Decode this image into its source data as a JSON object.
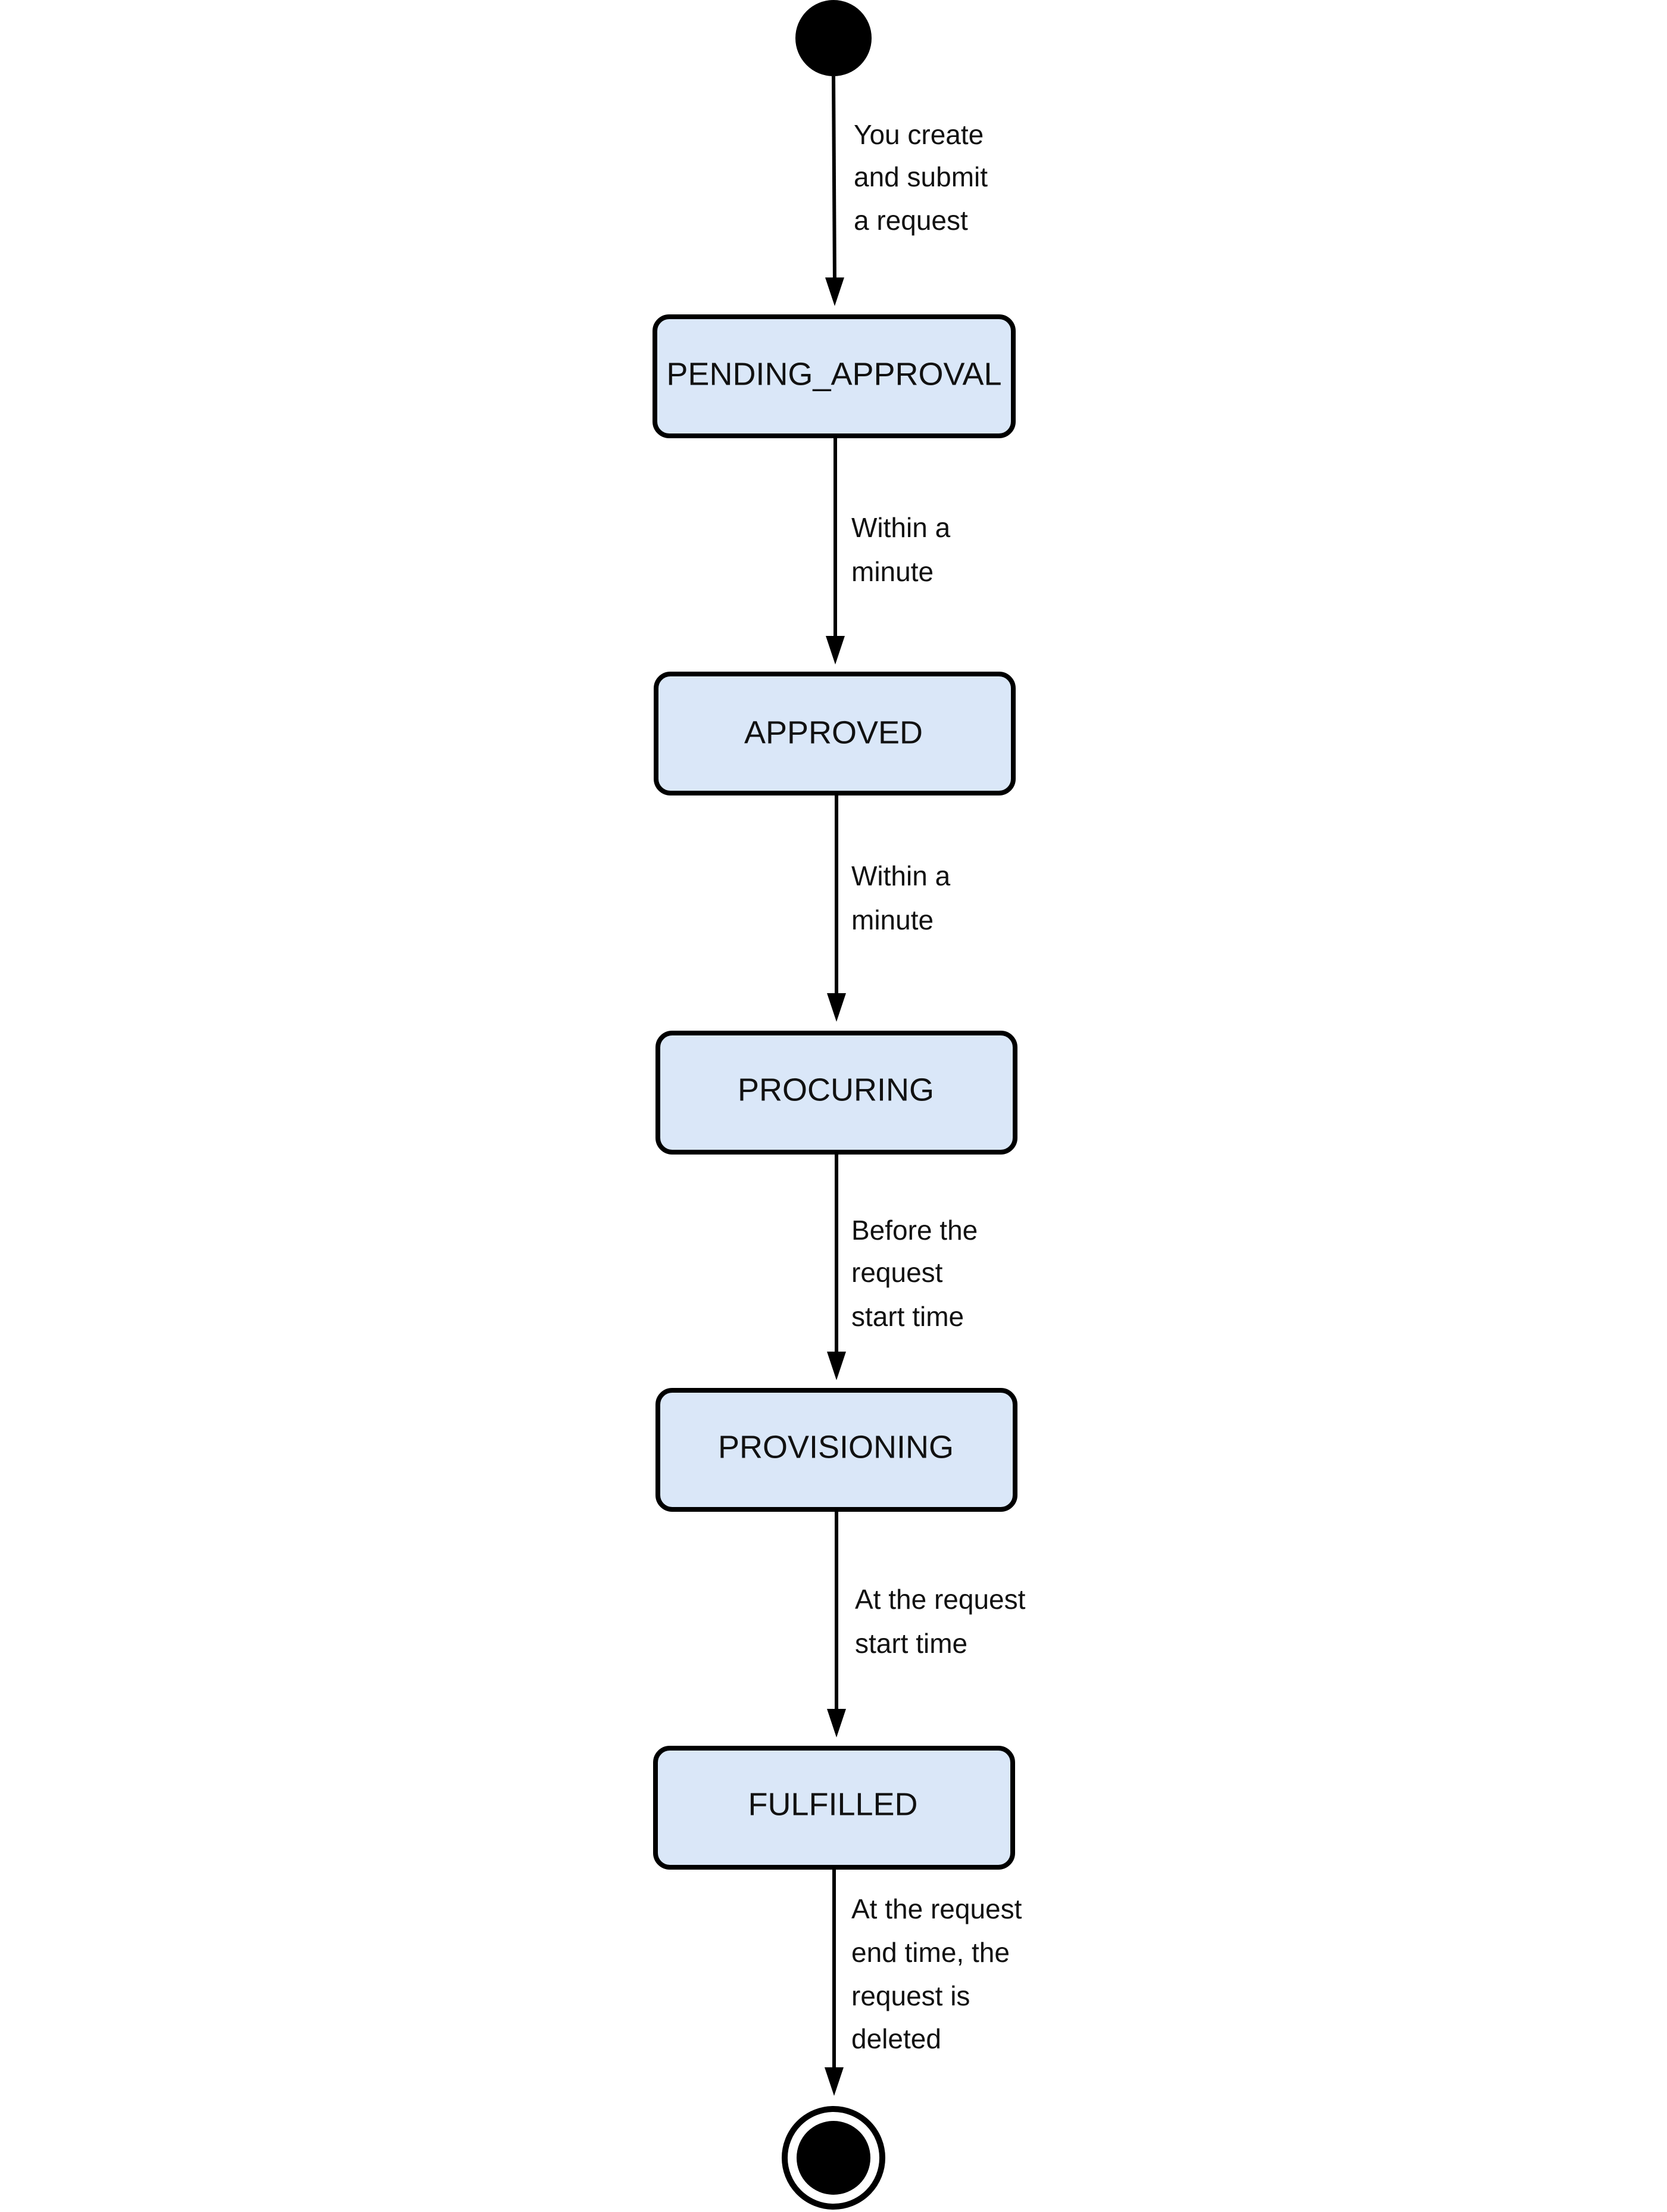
{
  "states": [
    {
      "id": "pending-approval",
      "label": "PENDING_APPROVAL"
    },
    {
      "id": "approved",
      "label": "APPROVED"
    },
    {
      "id": "procuring",
      "label": "PROCURING"
    },
    {
      "id": "provisioning",
      "label": "PROVISIONING"
    },
    {
      "id": "fulfilled",
      "label": "FULFILLED"
    }
  ],
  "transitions": [
    {
      "from": "initial",
      "to": "pending-approval",
      "lines": [
        "You create",
        "and submit",
        "a request"
      ]
    },
    {
      "from": "pending-approval",
      "to": "approved",
      "lines": [
        "Within a",
        "minute"
      ]
    },
    {
      "from": "approved",
      "to": "procuring",
      "lines": [
        "Within a",
        "minute"
      ]
    },
    {
      "from": "procuring",
      "to": "provisioning",
      "lines": [
        "Before the",
        "request",
        "start time"
      ]
    },
    {
      "from": "provisioning",
      "to": "fulfilled",
      "lines": [
        "At the request",
        "start time"
      ]
    },
    {
      "from": "fulfilled",
      "to": "final",
      "lines": [
        "At the request",
        "end time, the",
        "request is",
        "deleted"
      ]
    }
  ],
  "colors": {
    "state_fill": "#dae7f8",
    "stroke": "#000000",
    "text": "#111111"
  }
}
